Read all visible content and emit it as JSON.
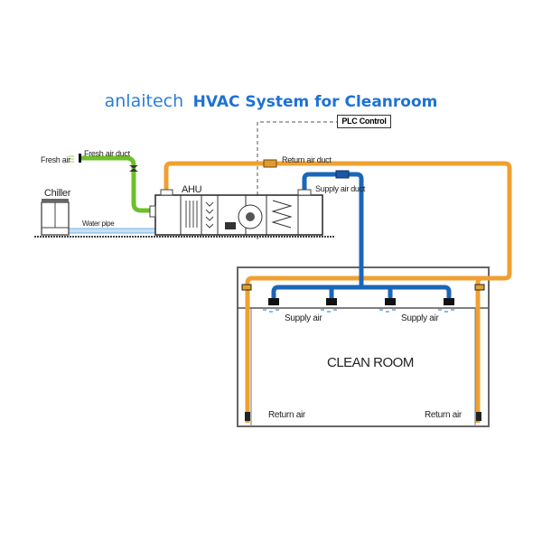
{
  "header": {
    "brand": "anlaitech",
    "title": "HVAC System for Cleanroom"
  },
  "controls": {
    "plc_label": "PLC Control"
  },
  "labels": {
    "fresh_air": "Fresh air",
    "fresh_air_duct": "Fresh air duct",
    "chiller": "Chiller",
    "water_pipe": "Water pipe",
    "ahu": "AHU",
    "return_air_duct": "Return air duct",
    "supply_air_duct": "Supply air duct",
    "supply_air_left": "Supply air",
    "supply_air_right": "Supply air",
    "clean_room": "CLEAN ROOM",
    "return_air_left": "Return air",
    "return_air_right": "Return air"
  },
  "colors": {
    "title_blue": "#1e72d4",
    "supply_duct": "#1a66b8",
    "return_duct": "#f0a030",
    "fresh_duct": "#6cc02a",
    "water_pipe": "#a8d0f0",
    "outline": "#555555"
  }
}
